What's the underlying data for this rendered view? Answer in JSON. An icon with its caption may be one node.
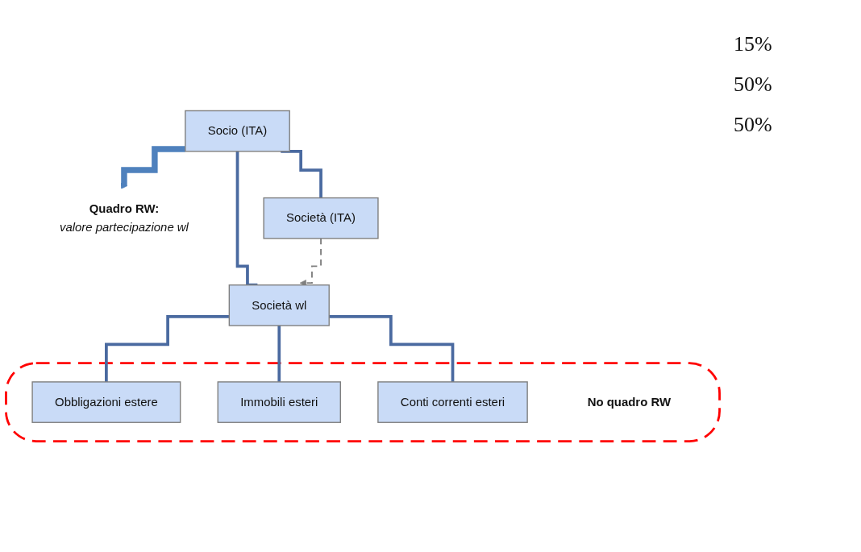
{
  "diagram": {
    "nodes": [
      {
        "text": [
          "Quadro RW:",
          "valore partecipazione wl"
        ]
      },
      {
        "text": [
          "Socio (ITA)"
        ]
      },
      {
        "text": [
          "Società wl"
        ]
      },
      {
        "text": [
          "Società (ITA)"
        ]
      },
      {
        "text": [],
        "shape": "box"
      },
      {
        "text": [
          "Obbligazioni estere"
        ],
        "in": 4
      },
      {
        "text": [
          "Immobili esteri"
        ],
        "in": 4
      },
      {
        "text": [
          "Conti correnti esteri"
        ],
        "in": 4
      },
      {
        "text": [
          "No quadro RW"
        ],
        "in": 4
      }
    ],
    "edges": [
      {
        "from": 1,
        "to": 0,
        "arrow": "to",
        "style": "thick",
        "color": "#4f81bd"
      },
      {
        "from": 1,
        "to": 2,
        "arrow": "none"
      },
      {
        "from": 1,
        "to": 3,
        "arrow": "none"
      },
      {
        "from": 3,
        "to": 2,
        "arrow": "to",
        "style": "dashed",
        "color": "#7f7f7f"
      },
      {
        "from": 2,
        "to": 5,
        "arrow": "none"
      },
      {
        "from": 2,
        "to": 6,
        "arrow": "none"
      },
      {
        "from": 2,
        "to": 7,
        "arrow": "none"
      }
    ],
    "labels": [
      "15%",
      "50%",
      "50%"
    ]
  }
}
